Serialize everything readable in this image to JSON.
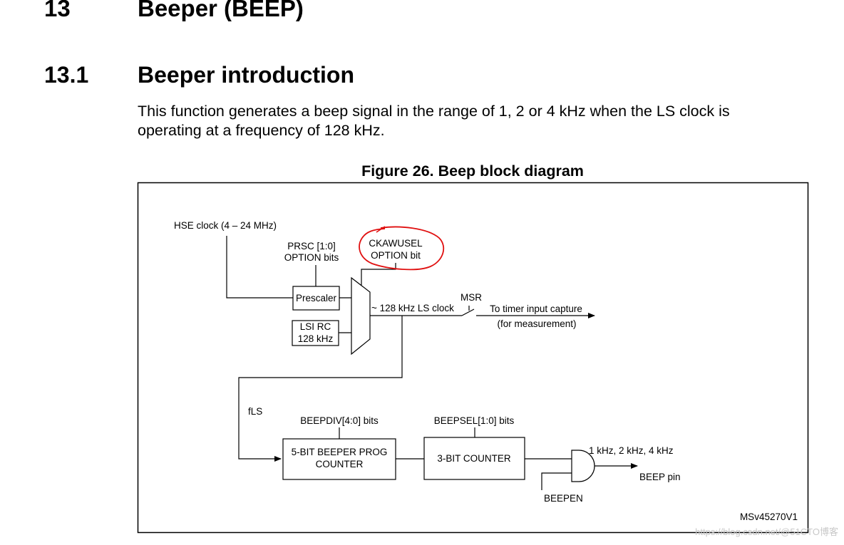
{
  "chapter": {
    "number": "13",
    "title": "Beeper (BEEP)"
  },
  "section": {
    "number": "13.1",
    "title": "Beeper introduction"
  },
  "paragraph": {
    "line1": "This function generates a beep signal in the range of 1, 2 or 4 kHz when the LS clock is",
    "line2": "operating at a frequency of 128 kHz."
  },
  "figure": {
    "title": "Figure 26. Beep block diagram",
    "labels": {
      "hse_clock": "HSE clock (4 – 24 MHz)",
      "prsc_line1": "PRSC [1:0]",
      "prsc_line2": "OPTION bits",
      "ckawusel_line1": "CKAWUSEL",
      "ckawusel_line2": "OPTION bit",
      "prescaler": "Prescaler",
      "lsi_line1": "LSI RC",
      "lsi_line2": "128 kHz",
      "ls_clock": "~ 128 kHz LS clock",
      "msr": "MSR",
      "timer_line1": "To timer input capture",
      "timer_line2": "(for measurement)",
      "fls": "fLS",
      "beepdiv": "BEEPDIV[4:0] bits",
      "beepsel": "BEEPSEL[1:0] bits",
      "prog_counter_line1": "5-BIT BEEPER PROG",
      "prog_counter_line2": "COUNTER",
      "counter3": "3-BIT COUNTER",
      "freq_out": "1 kHz, 2 kHz, 4 kHz",
      "beep_pin": "BEEP pin",
      "beepen": "BEEPEN",
      "ref_code": "MSv45270V1"
    },
    "annotation": {
      "type": "hand-drawn circle",
      "target": "CKAWUSEL OPTION bit",
      "color": "#e01010"
    }
  },
  "watermark": "https://blog.csdn.net/@51CTO博客"
}
